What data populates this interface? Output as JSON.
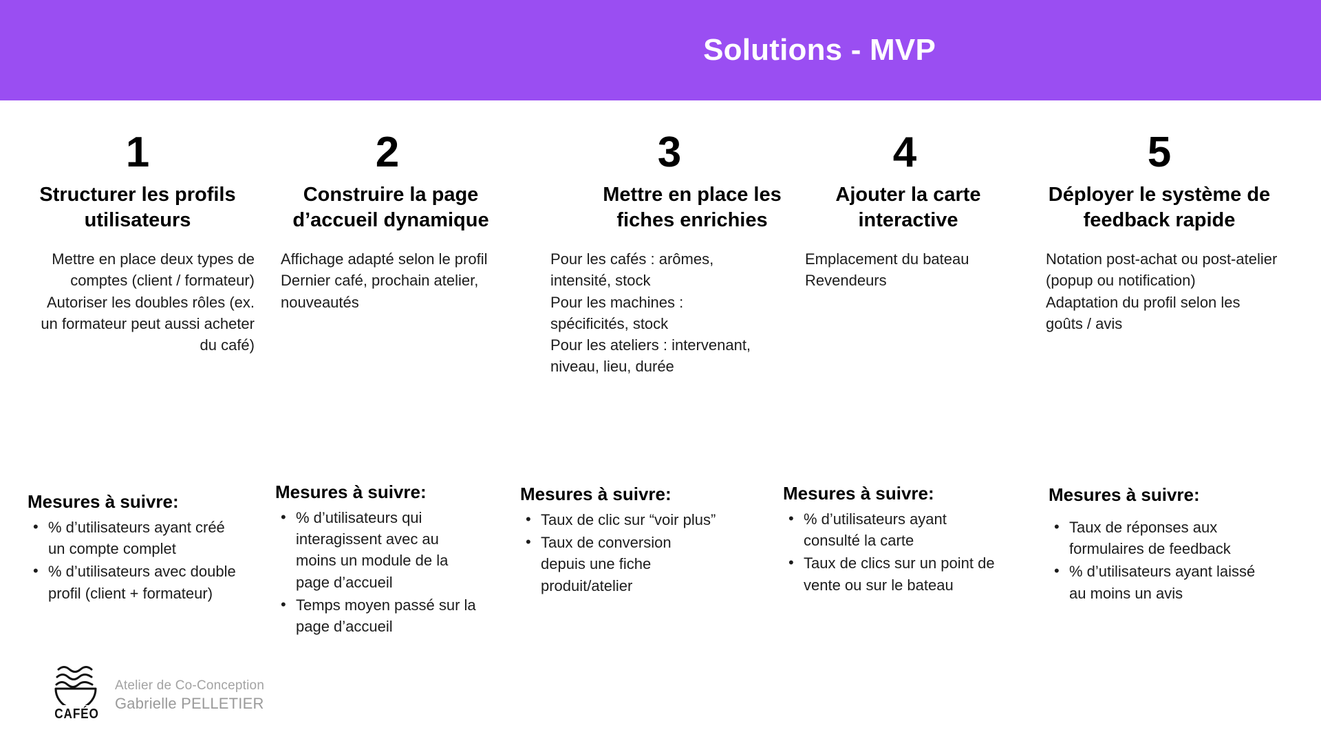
{
  "header": {
    "title": "Solutions - MVP",
    "background_color": "#9a4ef2",
    "title_color": "#ffffff"
  },
  "columns": [
    {
      "number": "1",
      "title": "Structurer les profils utilisateurs",
      "body": "Mettre en place deux types de comptes (client / formateur)\nAutoriser les doubles rôles (ex. un formateur peut aussi acheter du café)",
      "measures_title": "Mesures à suivre:",
      "measures": [
        "% d’utilisateurs ayant créé un compte complet",
        "% d’utilisateurs avec double profil (client + formateur)"
      ]
    },
    {
      "number": "2",
      "title": "Construire la page d’accueil dynamique",
      "body": "Affichage adapté selon le profil\nDernier café, prochain atelier, nouveautés",
      "measures_title": "Mesures à suivre:",
      "measures": [
        "% d’utilisateurs qui interagissent avec au moins un module de la page d’accueil",
        "Temps moyen passé sur la page d’accueil"
      ]
    },
    {
      "number": "3",
      "title": "Mettre en place les fiches enrichies",
      "body": "Pour les cafés : arômes, intensité, stock\nPour les machines : spécificités, stock\nPour les ateliers : intervenant, niveau, lieu, durée",
      "measures_title": "Mesures à suivre:",
      "measures": [
        "Taux de clic sur “voir plus”",
        "Taux de conversion depuis une fiche produit/atelier"
      ]
    },
    {
      "number": "4",
      "title": "Ajouter la carte interactive",
      "body": "Emplacement du bateau\nRevendeurs",
      "measures_title": "Mesures à suivre:",
      "measures": [
        "% d’utilisateurs ayant consulté la carte",
        "Taux de clics sur un point de vente ou sur le bateau"
      ]
    },
    {
      "number": "5",
      "title": "Déployer le système de feedback rapide",
      "body": "Notation post-achat ou post-atelier (popup ou notification)\nAdaptation du profil selon les goûts / avis",
      "measures_title": "Mesures à suivre:",
      "measures": [
        "Taux de réponses aux formulaires de feedback",
        "% d’utilisateurs ayant laissé au moins un avis"
      ]
    }
  ],
  "footer": {
    "logo_icon": "coffee-cup-waves-icon",
    "logo_wordmark": "CAFÉO",
    "line1": "Atelier de Co-Conception",
    "line2": "Gabrielle PELLETIER",
    "text_color": "#9a9a9a"
  }
}
